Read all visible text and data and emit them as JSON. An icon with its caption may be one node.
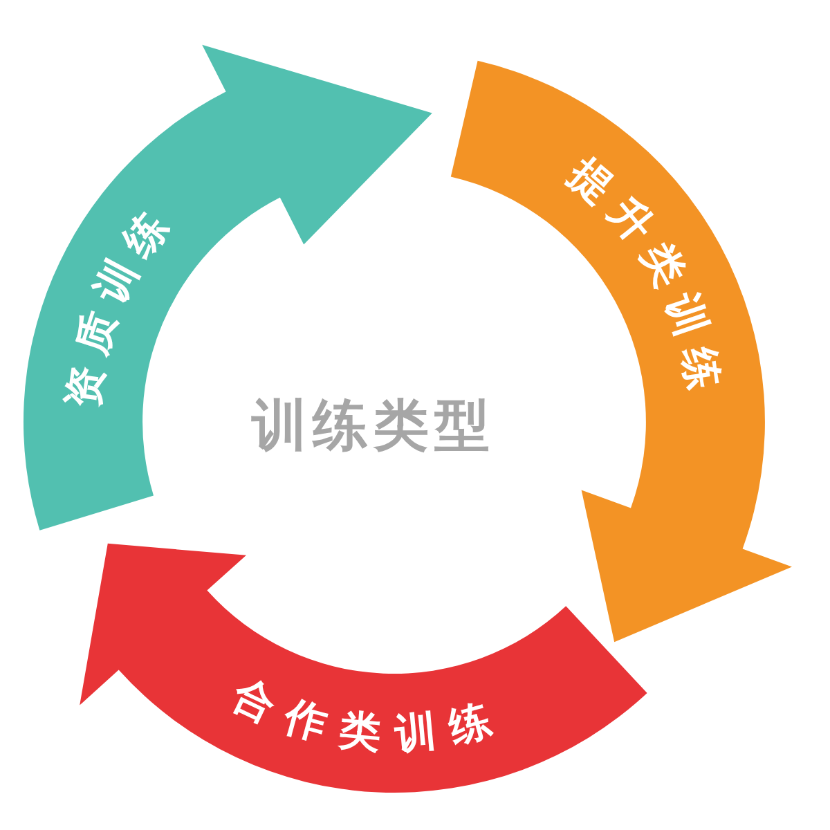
{
  "diagram": {
    "nodes": [
      {
        "text": [
          "资质训练"
        ]
      },
      {
        "text": [
          "提升类训练"
        ]
      },
      {
        "text": [
          "合作类训练"
        ]
      }
    ],
    "labels": [
      "训练类型"
    ]
  }
}
